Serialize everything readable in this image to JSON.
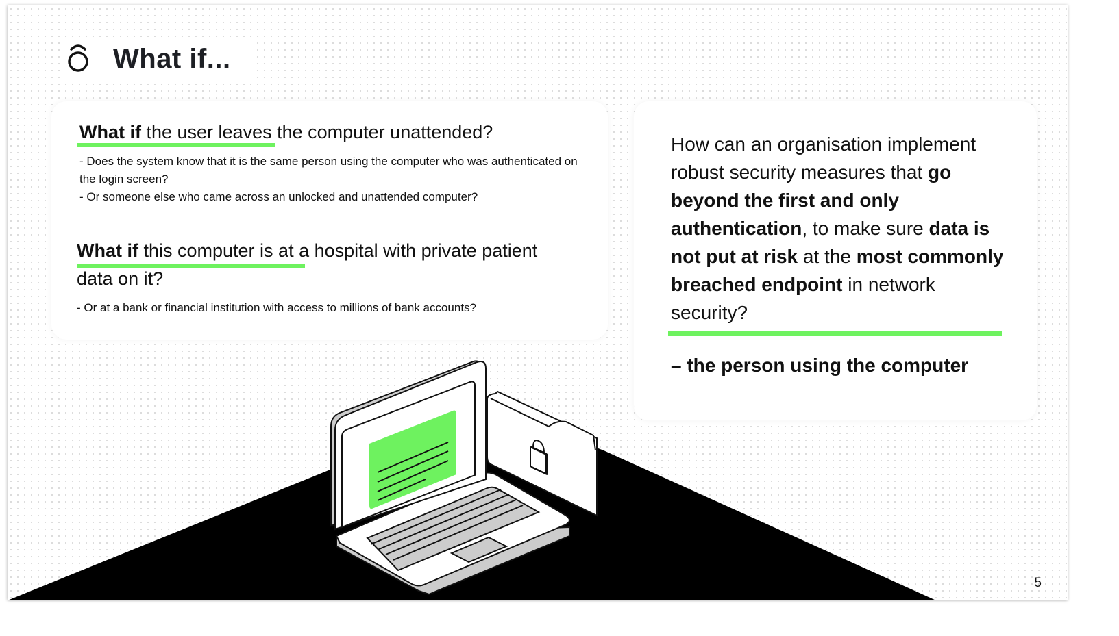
{
  "slide": {
    "title": "What if...",
    "page_number": "5",
    "accent_color": "#6ef25f",
    "logo_icon": "circle-with-arc-logo"
  },
  "left_card": {
    "q1": {
      "bold": "What if",
      "text": " the user leaves the computer unattended?"
    },
    "q1_points": [
      "- Does the system know that it is the same person using the computer who was authenticated on the login screen?",
      "- Or someone else who came across an unlocked and unattended computer?"
    ],
    "q2": {
      "bold": "What if",
      "text": " this computer is at a hospital with private patient data on it?"
    },
    "q2_points": [
      "- Or at a bank or financial institution with access to millions of bank accounts?"
    ]
  },
  "right_card": {
    "segments": [
      {
        "t": "How can an organisation implement robust security measures that ",
        "b": false
      },
      {
        "t": "go beyond the first and only authentication",
        "b": true
      },
      {
        "t": ", to make sure ",
        "b": false
      },
      {
        "t": "data is not put at risk",
        "b": true
      },
      {
        "t": " at the ",
        "b": false
      },
      {
        "t": "most commonly breached endpoint",
        "b": true
      },
      {
        "t": " in network security?",
        "b": false
      }
    ],
    "answer": "– the person using the computer"
  }
}
